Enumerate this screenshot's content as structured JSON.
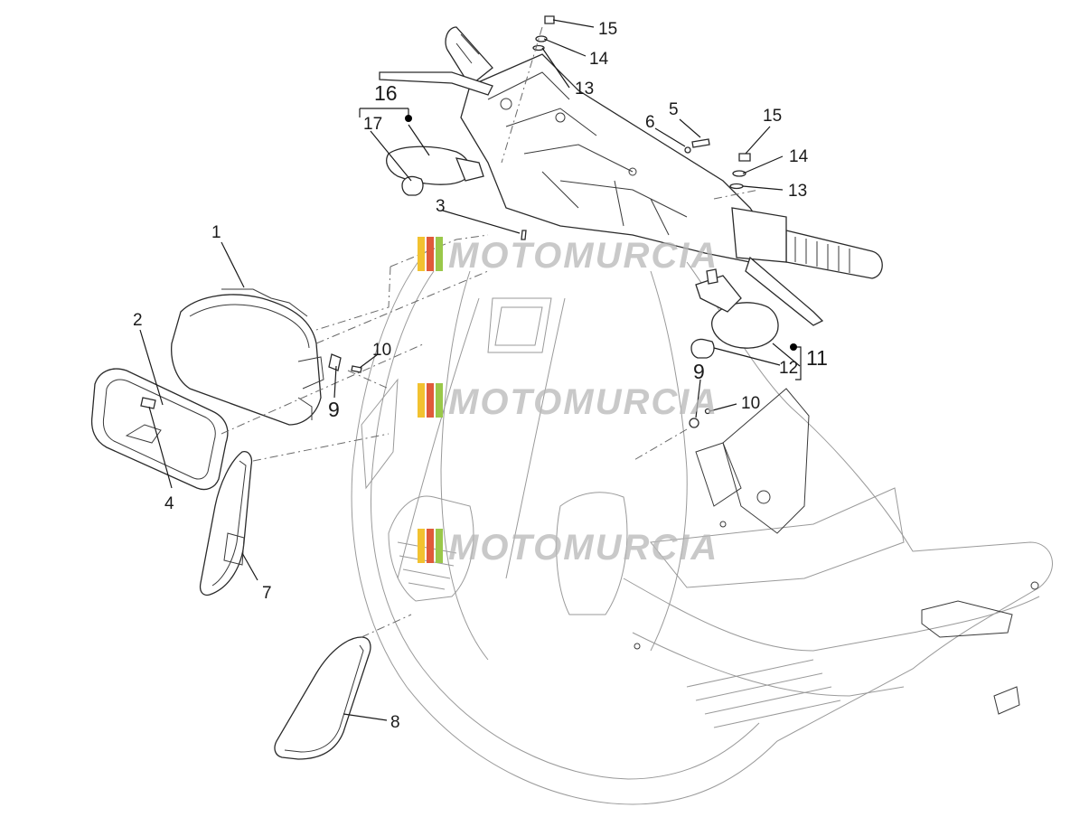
{
  "watermark": {
    "text": "MOTOMURCIA",
    "stripe_colors": [
      "#f2c230",
      "#e05a3a",
      "#9ac84a"
    ]
  },
  "callouts": [
    {
      "id": "c1",
      "label": "1"
    },
    {
      "id": "c2",
      "label": "2"
    },
    {
      "id": "c3",
      "label": "3"
    },
    {
      "id": "c4",
      "label": "4"
    },
    {
      "id": "c5",
      "label": "5"
    },
    {
      "id": "c6",
      "label": "6"
    },
    {
      "id": "c7",
      "label": "7"
    },
    {
      "id": "c8",
      "label": "8"
    },
    {
      "id": "c9a",
      "label": "9"
    },
    {
      "id": "c9b",
      "label": "9"
    },
    {
      "id": "c10a",
      "label": "10"
    },
    {
      "id": "c10b",
      "label": "10"
    },
    {
      "id": "c11",
      "label": "11"
    },
    {
      "id": "c12",
      "label": "12"
    },
    {
      "id": "c13a",
      "label": "13"
    },
    {
      "id": "c13b",
      "label": "13"
    },
    {
      "id": "c14a",
      "label": "14"
    },
    {
      "id": "c14b",
      "label": "14"
    },
    {
      "id": "c15a",
      "label": "15"
    },
    {
      "id": "c15b",
      "label": "15"
    },
    {
      "id": "c16",
      "label": "16"
    },
    {
      "id": "c17",
      "label": "17"
    }
  ]
}
